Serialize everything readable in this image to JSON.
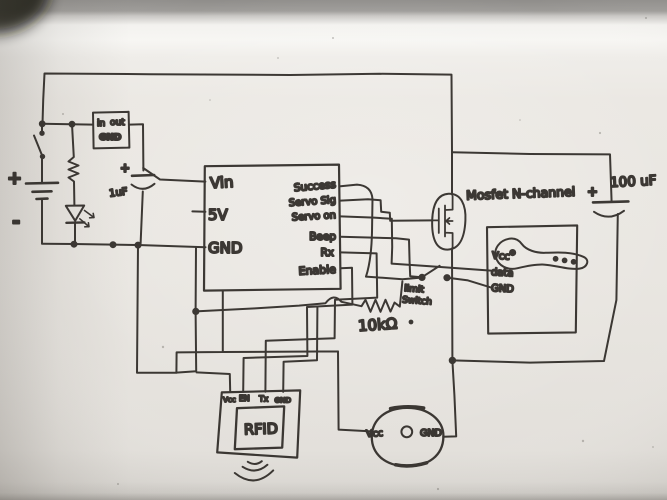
{
  "colors": {
    "ink": "#2f2b27",
    "board": "#e9e6e1",
    "highlight_strip": "#f6f5f2",
    "top_edge_strip": "#9d9b98",
    "corner_shadow": "#141210"
  },
  "labels": {
    "battery": {
      "plus": "+",
      "minus": "-"
    },
    "regulator": {
      "in": "in",
      "out": "out",
      "gnd": "GND"
    },
    "cap_input": {
      "plus": "+",
      "value": "1uF"
    },
    "cap_output": {
      "plus": "+",
      "value": "100 uF"
    },
    "ic": {
      "pins_left": [
        "Vin",
        "5V",
        "GND"
      ],
      "pins_right": [
        "Success",
        "Servo Sig",
        "Servo on",
        "Beep",
        "Rx",
        "Enable"
      ]
    },
    "mosfet_label": "Mosfet N-channel",
    "servo": {
      "vcc": "Vcc",
      "data": "data",
      "gnd": "GND"
    },
    "limit_switch": {
      "line1": "limit",
      "line2": "Switch"
    },
    "resistor_value": "10kΩ",
    "rfid": {
      "title": "RFID",
      "pins": [
        "Vcc",
        "EN",
        "Tx",
        "GND"
      ]
    },
    "motor": {
      "vcc": "Vcc",
      "gnd": "GND"
    }
  }
}
